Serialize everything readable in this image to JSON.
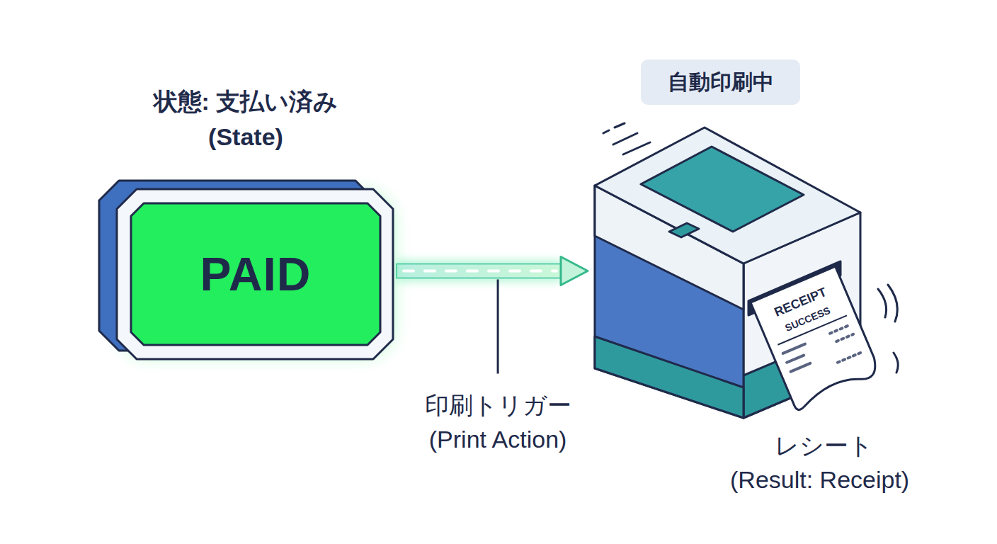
{
  "diagram": {
    "nodes": [
      {
        "text": [
          "状態: 支払い済み (State)",
          "PAID"
        ]
      },
      {
        "text": [
          "自動印刷中"
        ]
      },
      {
        "text": [
          "レシート (Result: Receipt)"
        ]
      },
      {
        "text": [
          "RECEIPT",
          "SUCCESS"
        ],
        "in": 2
      }
    ],
    "edges": [
      {
        "from": 0,
        "to": 2,
        "arrow": "to",
        "label": "印刷トリガー (Print Action)"
      }
    ]
  }
}
